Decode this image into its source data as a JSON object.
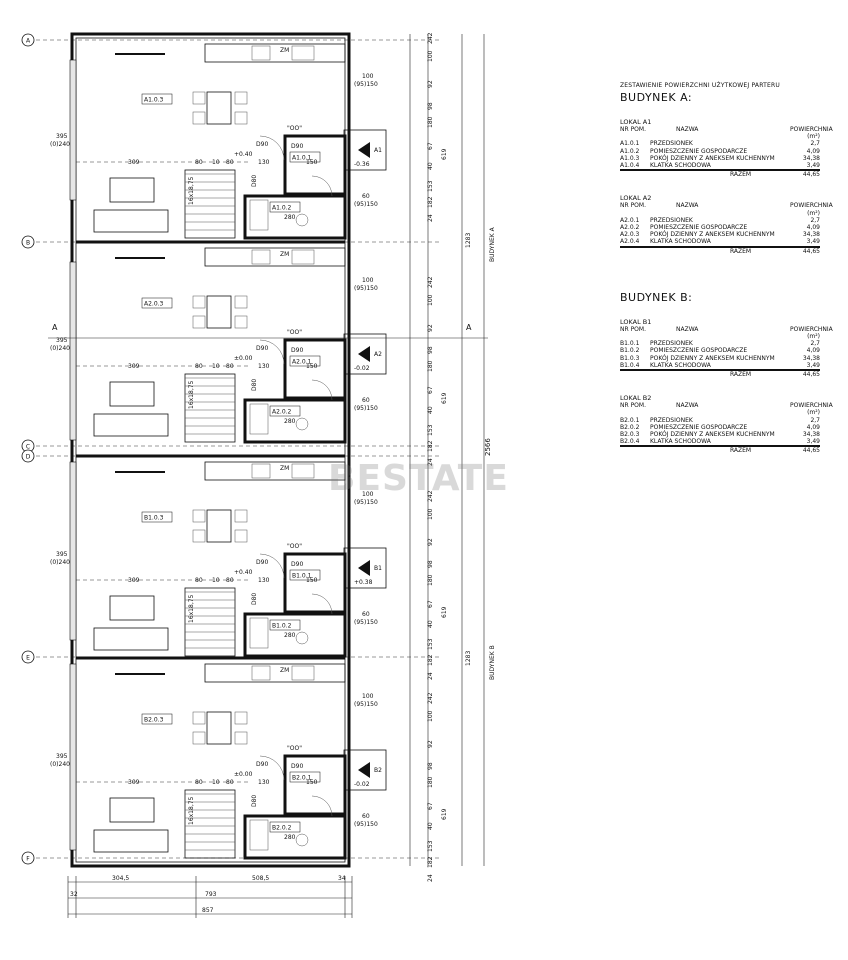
{
  "watermark": "BESTATE",
  "axis_labels": [
    "A",
    "B",
    "C",
    "D",
    "E",
    "F"
  ],
  "section_label": "A",
  "side_labels": {
    "top": "BUDYNEK A",
    "bottom": "BUDYNEK B"
  },
  "total_height": "2566",
  "section_heights": [
    "1283",
    "1283"
  ],
  "units": [
    {
      "id": "A",
      "room_main": "A1.0.3",
      "room_vest": "A1.0.1",
      "room_utility": "A1.0.2",
      "stair_tag": "A1",
      "level": "+0.40",
      "arrow_level": "-0.36",
      "zm": "ZM"
    },
    {
      "id": "B",
      "room_main": "A2.0.3",
      "room_vest": "A2.0.1",
      "room_utility": "A2.0.2",
      "stair_tag": "A2",
      "level": "±0.00",
      "arrow_level": "-0.02",
      "zm": "ZM"
    },
    {
      "id": "C",
      "room_main": "B1.0.3",
      "room_vest": "B1.0.1",
      "room_utility": "B1.0.2",
      "stair_tag": "B1",
      "level": "+0.40",
      "arrow_level": "+0.38",
      "zm": "ZM"
    },
    {
      "id": "D",
      "room_main": "B2.0.3",
      "room_vest": "B2.0.1",
      "room_utility": "B2.0.2",
      "stair_tag": "B2",
      "level": "±0.00",
      "arrow_level": "-0.02",
      "zm": "ZM"
    }
  ],
  "unit_dims": {
    "window_left": "395",
    "window_left_sub": "(0)240",
    "width_main": "309",
    "w80a": "80",
    "w10": "10",
    "w80b": "80",
    "w130": "130",
    "w150": "150",
    "door_d90": "D90",
    "door_d80": "D80",
    "oo": "\"OO\"",
    "stairs": "16x18,75",
    "dim_100": "100",
    "dim_95_150": "(95)150",
    "dim_60": "60",
    "dim_95_50": "(95)150",
    "dim_280": "280"
  },
  "right_dims": [
    "242",
    "100",
    "92",
    "98",
    "180",
    "67",
    "40",
    "153",
    "182",
    "24",
    "619"
  ],
  "bottom_dims": {
    "a": "304,5",
    "b": "508,5",
    "c": "793",
    "total": "857",
    "left": "32",
    "right": "34"
  },
  "tables": {
    "heading": "ZESTAWIENIE POWIERZCHNI UŻYTKOWEJ PARTERU",
    "buildings": [
      {
        "title": "BUDYNEK A:",
        "lokale": [
          {
            "name": "LOKAL A1",
            "header": [
              "NR POM.",
              "NAZWA",
              "POWIERCHNIA (m²)"
            ],
            "rows": [
              [
                "A1.0.1",
                "PRZEDSIONEK",
                "2,7"
              ],
              [
                "A1.0.2",
                "POMIESZCZENIE GOSPODARCZE",
                "4,09"
              ],
              [
                "A1.0.3",
                "POKÓJ DZIENNY Z ANEKSEM KUCHENNYM",
                "34,38"
              ],
              [
                "A1.0.4",
                "KLATKA SCHODOWA",
                "3,49"
              ]
            ],
            "total_label": "RAZEM",
            "total": "44,65"
          },
          {
            "name": "LOKAL A2",
            "header": [
              "NR POM.",
              "NAZWA",
              "POWIERCHNIA (m²)"
            ],
            "rows": [
              [
                "A2.0.1",
                "PRZEDSIONEK",
                "2,7"
              ],
              [
                "A2.0.2",
                "POMIESZCZENIE GOSPODARCZE",
                "4,09"
              ],
              [
                "A2.0.3",
                "POKÓJ DZIENNY Z ANEKSEM KUCHENNYM",
                "34,38"
              ],
              [
                "A2.0.4",
                "KLATKA SCHODOWA",
                "3,49"
              ]
            ],
            "total_label": "RAZEM",
            "total": "44,65"
          }
        ]
      },
      {
        "title": "BUDYNEK B:",
        "lokale": [
          {
            "name": "LOKAL B1",
            "header": [
              "NR POM.",
              "NAZWA",
              "POWIERCHNIA (m²)"
            ],
            "rows": [
              [
                "B1.0.1",
                "PRZEDSIONEK",
                "2,7"
              ],
              [
                "B1.0.2",
                "POMIESZCZENIE GOSPODARCZE",
                "4,09"
              ],
              [
                "B1.0.3",
                "POKÓJ DZIENNY Z ANEKSEM KUCHENNYM",
                "34,38"
              ],
              [
                "B1.0.4",
                "KLATKA SCHODOWA",
                "3,49"
              ]
            ],
            "total_label": "RAZEM",
            "total": "44,65"
          },
          {
            "name": "LOKAL B2",
            "header": [
              "NR POM.",
              "NAZWA",
              "POWIERCHNIA (m²)"
            ],
            "rows": [
              [
                "B2.0.1",
                "PRZEDSIONEK",
                "2,7"
              ],
              [
                "B2.0.2",
                "POMIESZCZENIE GOSPODARCZE",
                "4,09"
              ],
              [
                "B2.0.3",
                "POKÓJ DZIENNY Z ANEKSEM KUCHENNYM",
                "34,38"
              ],
              [
                "B2.0.4",
                "KLATKA SCHODOWA",
                "3,49"
              ]
            ],
            "total_label": "RAZEM",
            "total": "44,65"
          }
        ]
      }
    ]
  }
}
